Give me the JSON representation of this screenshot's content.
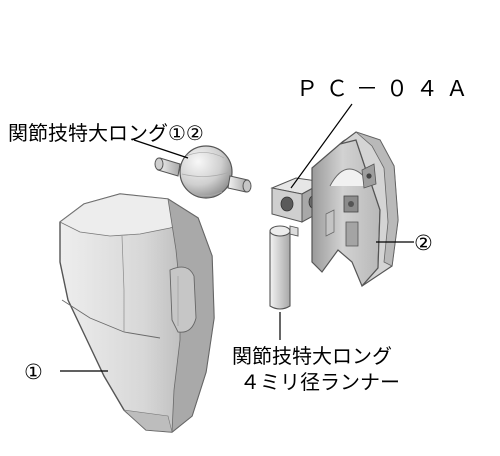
{
  "labels": {
    "model": "ＰＣ－０４Ａ",
    "joint_part": "関節技特大ロング①②",
    "part2": "②",
    "part1": "①",
    "runner_line1": "関節技特大ロング",
    "runner_line2": "４ミリ径ランナー"
  },
  "colors": {
    "part_light": "#e2e2e2",
    "part_mid": "#c8c8c8",
    "part_dark": "#9e9e9e",
    "outline": "#505050",
    "text": "#000000"
  }
}
